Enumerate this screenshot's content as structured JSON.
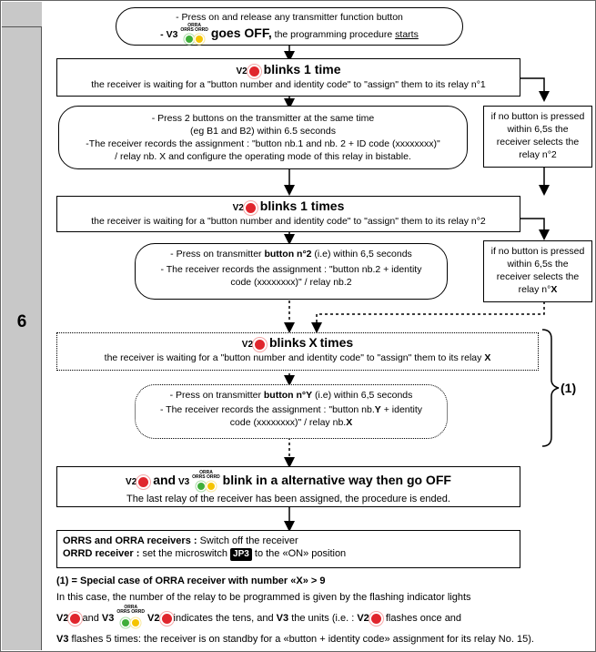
{
  "step": {
    "number": "6"
  },
  "start_box": {
    "line1": "- Press on and release any transmitter function button",
    "v3_prefix": "- V3",
    "v3_tiny_top": "ORRA",
    "v3_tiny_bottom": "ORRS ORRD",
    "goes_off": "goes OFF,",
    "procedure": "the programming procedure",
    "starts": "starts"
  },
  "blink1": {
    "v2": "V2",
    "title": "blinks 1 time",
    "desc": "the receiver is waiting for a \"button number and identity code\" to \"assign\" them to its relay n°1"
  },
  "press2": {
    "line1": "- Press 2 buttons on the transmitter at the same time",
    "line2": "(eg B1 and B2) within 6.5 seconds",
    "line3": "-The receiver records the assignment : \"button nb.1 and nb. 2 + ID code (xxxxxxxx)\"",
    "line4": "/ relay nb. X and configure the operating mode of this relay in bistable."
  },
  "side1": {
    "text": "if no button is pressed within 6,5s the receiver selects the relay n°2"
  },
  "blink2": {
    "v2": "V2",
    "title": "blinks 1 times",
    "desc": "the receiver is waiting for a \"button number and identity code\" to \"assign\" them to its relay n°2"
  },
  "press_n2": {
    "l1a": "- Press on transmitter",
    "l1b": "button n°2",
    "l1c": "(i.e) within 6,5 seconds",
    "l2": "- The receiver records the assignment : \"button nb.2 + identity",
    "l3": "code (xxxxxxxx)\" / relay nb.2"
  },
  "side2": {
    "text": "if no button is pressed within 6,5s the receiver selects the relay n°",
    "x": "X"
  },
  "blinkx": {
    "v2": "V2",
    "title": "blinks",
    "x": "X",
    "title_end": "times",
    "desc": "the receiver is waiting for a \"button number and identity code\" to \"assign\" them to its relay",
    "desc_x": "X"
  },
  "press_ny": {
    "l1a": "- Press on transmitter",
    "l1b": "button n°Y",
    "l1c": "(i.e) within 6,5 seconds",
    "l2a": "- The receiver records the assignment : \"button nb.",
    "l2y": "Y",
    "l2b": "+ identity",
    "l3a": "code (xxxxxxxx)\" / relay nb.",
    "l3x": "X"
  },
  "bracket_label": "(1)",
  "alt_box": {
    "v2": "V2",
    "and": "and",
    "v3": "V3",
    "v3_tiny_top": "ORRA",
    "v3_tiny_bottom": "ORRS ORRD",
    "title": "blink in a alternative way then go OFF",
    "desc": "The last relay of the receiver has been assigned, the procedure is ended."
  },
  "final_box": {
    "l1a": "ORRS and ORRA receivers :",
    "l1b": "Switch off the receiver",
    "l2a": "ORRD receiver :",
    "l2b": "set the microswitch",
    "jp3": "JP3",
    "l2c": "to the «ON» position"
  },
  "note": {
    "title": "(1) = Special case of ORRA receiver with number «X» > 9",
    "p1": "In this case, the number of the relay to be programmed is given by the flashing indicator lights",
    "v2": "V2",
    "and": "and",
    "v3": "V3",
    "v3_tiny_top": "ORRA",
    "v3_tiny_bottom": "ORRS ORRD",
    "v2b": "V2",
    "indicates": "indicates the tens, and",
    "v3b": "V3",
    "units": "the units (i.e. :",
    "v2c": "V2",
    "flashes_once": "flashes once and",
    "v3c": "V3",
    "last": "flashes 5 times: the receiver is on standby for a «button + identity code» assignment for its relay No. 15)."
  },
  "colors": {
    "led_red": "#e0262d",
    "led_green": "#3fae3a",
    "led_yellow": "#f5c400",
    "step_gray": "#c8c8c8"
  }
}
